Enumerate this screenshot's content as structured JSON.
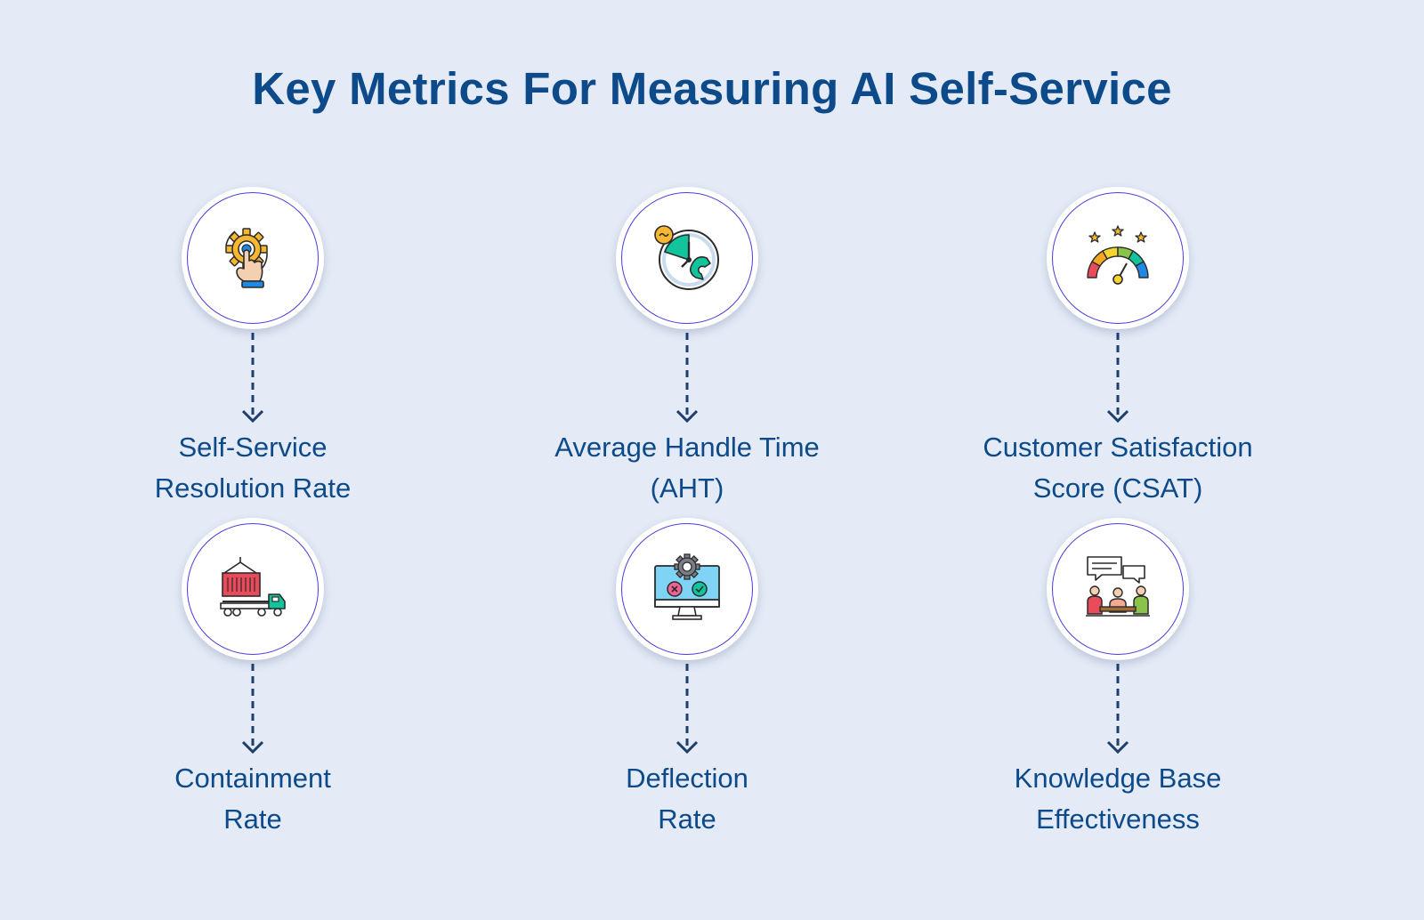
{
  "title": "Key Metrics For Measuring AI Self-Service",
  "metrics": [
    {
      "line1": "Self-Service",
      "line2": "Resolution Rate",
      "icon": "gear-touch-icon"
    },
    {
      "line1": "Average Handle Time",
      "line2": "(AHT)",
      "icon": "clock-phone-icon"
    },
    {
      "line1": "Customer Satisfaction",
      "line2": "Score (CSAT)",
      "icon": "satisfaction-gauge-icon"
    },
    {
      "line1": "Containment",
      "line2": "Rate",
      "icon": "container-truck-icon"
    },
    {
      "line1": "Deflection",
      "line2": "Rate",
      "icon": "monitor-check-icon"
    },
    {
      "line1": "Knowledge Base",
      "line2": "Effectiveness",
      "icon": "team-discussion-icon"
    }
  ],
  "colors": {
    "background": "#e4ebf7",
    "text": "#0d4a8a",
    "connector": "#1c3f6e",
    "circle_ring": "#4a3fd8"
  }
}
